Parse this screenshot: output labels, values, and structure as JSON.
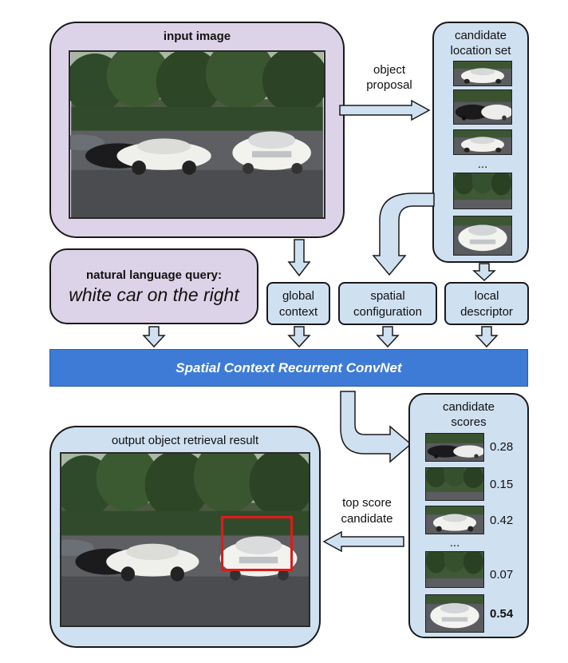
{
  "input_panel": {
    "title": "input image"
  },
  "proposal_arrow": {
    "label_line1": "object",
    "label_line2": "proposal"
  },
  "candidate_set": {
    "title_line1": "candidate",
    "title_line2": "location set",
    "ellipsis": "..."
  },
  "query": {
    "title": "natural language query:",
    "text": "white car on the right"
  },
  "features": {
    "global_line1": "global",
    "global_line2": "context",
    "spatial_line1": "spatial",
    "spatial_line2": "configuration",
    "local_line1": "local",
    "local_line2": "descriptor"
  },
  "network": {
    "label": "Spatial Context Recurrent ConvNet"
  },
  "scores_panel": {
    "title_line1": "candidate",
    "title_line2": "scores",
    "ellipsis": "..."
  },
  "scores": [
    "0.28",
    "0.15",
    "0.42",
    "0.07",
    "0.54"
  ],
  "top_arrow": {
    "label_line1": "top score",
    "label_line2": "candidate"
  },
  "output_panel": {
    "title": "output object retrieval result"
  },
  "colors": {
    "panel_purple": "#ddd3e8",
    "panel_blue": "#cfe0f1",
    "arrow_fill": "#cfe0f1",
    "network_bar": "#3d7bd6",
    "highlight_box": "#e11a1a"
  }
}
